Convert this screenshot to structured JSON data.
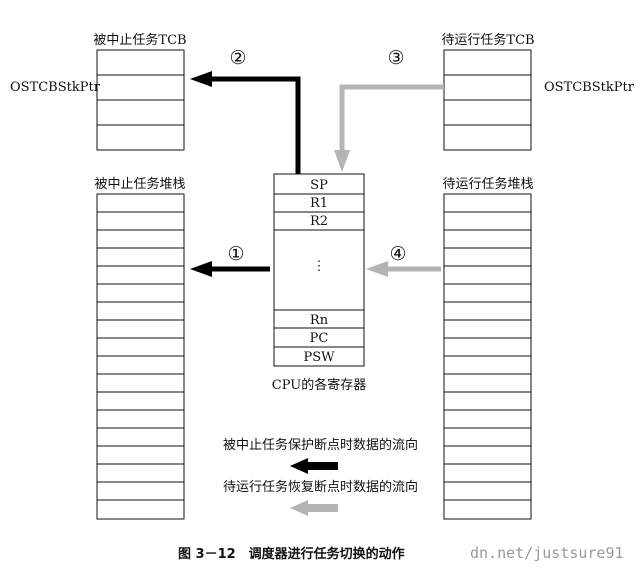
{
  "suspended_tcb": {
    "title": "被中止任务TCB",
    "pointer_label": "OSTCBStkPtr"
  },
  "ready_tcb": {
    "title": "待运行任务TCB",
    "pointer_label": "OSTCBStkPtr"
  },
  "suspended_stack": {
    "title": "被中止任务堆栈"
  },
  "ready_stack": {
    "title": "待运行任务堆栈"
  },
  "cpu": {
    "registers": [
      "SP",
      "R1",
      "R2",
      "⋮",
      "Rn",
      "PC",
      "PSW"
    ],
    "caption": "CPU的各寄存器"
  },
  "steps": [
    "②",
    "③",
    "①",
    "④"
  ],
  "legend": {
    "save_label": "被中止任务保护断点时数据的流向",
    "restore_label": "待运行任务恢复断点时数据的流向"
  },
  "colors": {
    "save_flow": "#000000",
    "restore_flow": "#b4b4b4",
    "outline": "#111111"
  },
  "figure_caption": "图 3－12　调度器进行任务切换的动作",
  "watermark": "dn.net/justsure91"
}
